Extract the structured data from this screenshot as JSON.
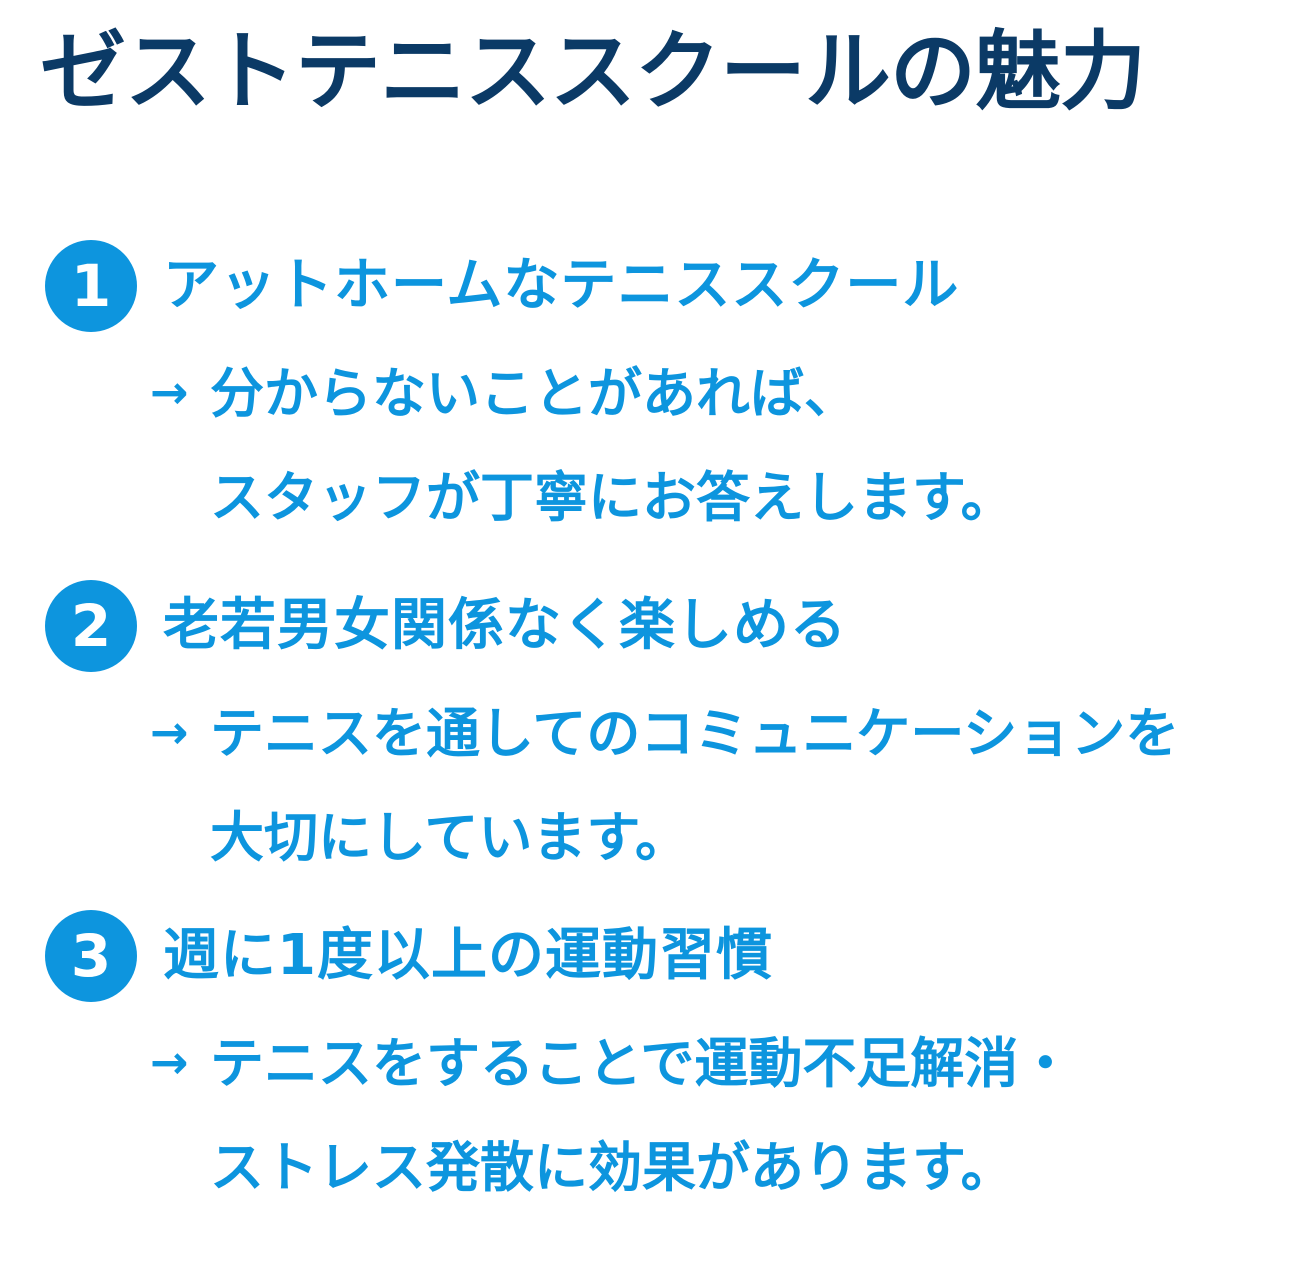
{
  "title": "ゼストテニススクールの魅力",
  "arrow": "→",
  "points": [
    {
      "number": "1",
      "heading": "アットホームなテニススクール",
      "line1": "分からないことがあれば、",
      "line2": "スタッフが丁寧にお答えします。"
    },
    {
      "number": "2",
      "heading": "老若男女関係なく楽しめる",
      "line1": "テニスを通してのコミュニケーションを",
      "line2": "大切にしています。"
    },
    {
      "number": "3",
      "heading": "週に1度以上の運動習慣",
      "line1": "テニスをすることで運動不足解消・",
      "line2": "ストレス発散に効果があります。"
    }
  ],
  "colors": {
    "title": "#0b3a66",
    "accent": "#0d95de",
    "background": "#ffffff"
  }
}
